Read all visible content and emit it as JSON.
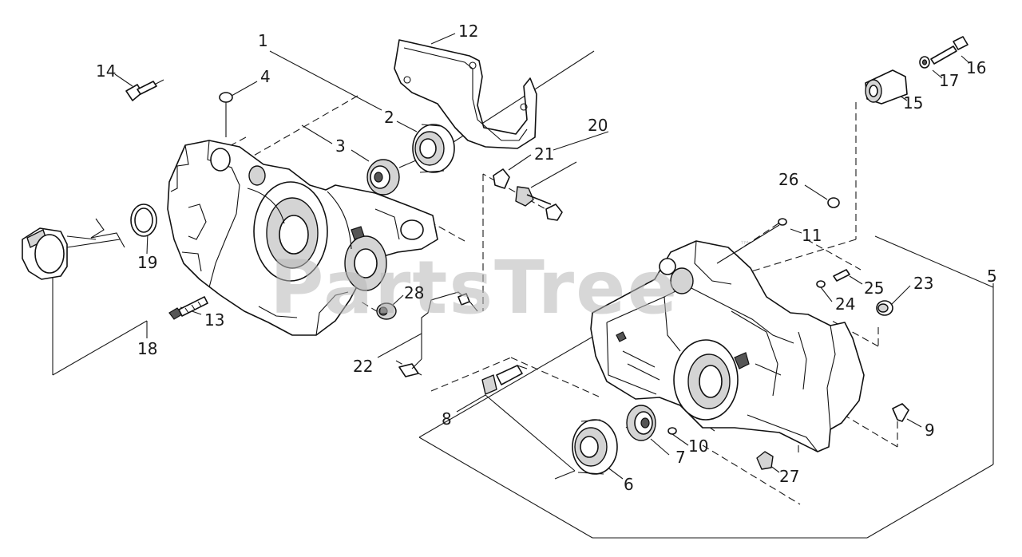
{
  "diagram": {
    "part_callouts": [
      "1",
      "2",
      "3",
      "4",
      "5",
      "6",
      "7",
      "8",
      "9",
      "10",
      "11",
      "12",
      "13",
      "14",
      "15",
      "16",
      "17",
      "18",
      "19",
      "20",
      "21",
      "22",
      "23",
      "24",
      "25",
      "26",
      "27",
      "28"
    ],
    "watermark": "PartsTree",
    "watermark_tm": "™"
  }
}
